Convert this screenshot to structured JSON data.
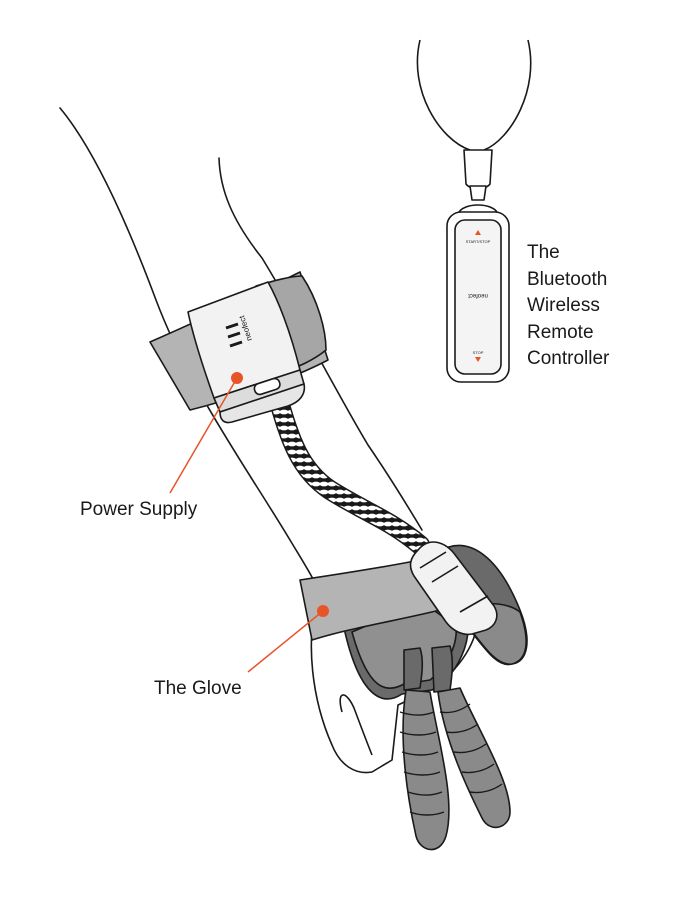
{
  "labels": {
    "remote_controller": [
      "The",
      "Bluetooth",
      "Wireless",
      "Remote",
      "Controller"
    ],
    "power_supply": "Power Supply",
    "glove": "The Glove"
  },
  "device_text": {
    "power_supply_brand": "neofect",
    "remote_brand": "neofect",
    "remote_top_button": "START/STOP",
    "remote_bottom_button": "STOP"
  },
  "colors": {
    "accent": "#e8542a",
    "outline": "#1a1a1a",
    "strap_gray": "#b4b4b4",
    "glove_dark": "#5c5c5c",
    "glove_mid": "#8a8a8a",
    "device_white": "#f2f2f2"
  }
}
